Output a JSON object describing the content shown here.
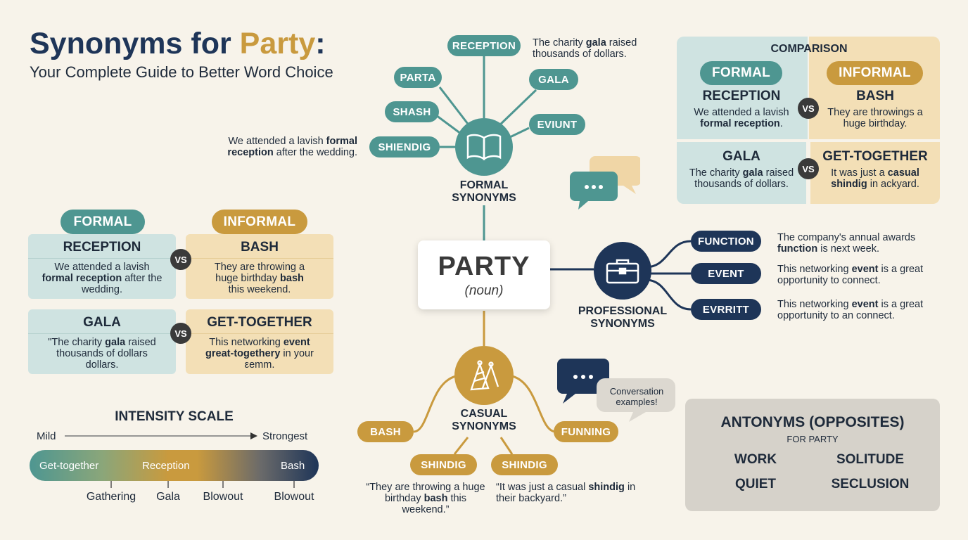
{
  "title": {
    "part1": "Synonyms for ",
    "part2": "Party",
    "part3": ":",
    "subtitle": "Your Complete Guide to Better Word Choice"
  },
  "center": {
    "word": "PARTY",
    "pos": "(noun)"
  },
  "formal": {
    "label_line1": "FORMAL",
    "label_line2": "SYNONYMS",
    "pills": [
      "RECEPTION",
      "PARTA",
      "GALA",
      "SHASH",
      "EVIUNT",
      "SHIENDIG"
    ],
    "gala_example": "The charity gala raised thousands of dollars.",
    "shiendig_example": "We attended a lavish formal reception after the wedding."
  },
  "professional": {
    "label_line1": "PROFESSIONAL",
    "label_line2": "SYNONYMS",
    "pills": [
      "FUNCTION",
      "EVENT",
      "EVRRITT"
    ],
    "examples": [
      "The company's annual awards function is next week.",
      "This networking event is a great opportunity to connect.",
      "This networking event is a great opportunity to an connect."
    ]
  },
  "casual": {
    "label_line1": "CASUAL",
    "label_line2": "SYNONYMS",
    "pills": [
      "BASH",
      "FUNNING",
      "SHINDIG",
      "SHINDIG"
    ],
    "examples": [
      "“They are throwing a huge birthday bash this weekend.”",
      "“It was just a casual shindig in their backyard.”"
    ]
  },
  "conversation": "Conversation examples!",
  "left_compare": {
    "formal_label": "FORMAL",
    "informal_label": "INFORMAL",
    "vs": "VS",
    "cards": [
      {
        "title": "RECEPTION",
        "text": "We attended a lavish formal reception after the wedding."
      },
      {
        "title": "BASH",
        "text": "They are throwing a huge birthday bash this weekend."
      },
      {
        "title": "GALA",
        "text": "\"The charity gala raised thousands of dollars dollars."
      },
      {
        "title": "GET-TOGETHER",
        "text": "This networking event great-togethery in your εemm."
      }
    ]
  },
  "right_compare": {
    "heading": "COMPARISON",
    "formal_label": "FORMAL",
    "informal_label": "INFORMAL",
    "vs": "VS",
    "cards": [
      {
        "title": "RECEPTION",
        "text": "We attended a lavish formal reception."
      },
      {
        "title": "BASH",
        "text": "They are throwings a huge birthday."
      },
      {
        "title": "GALA",
        "text": "The charity gala raised thousands of dollars."
      },
      {
        "title": "GET-TOGETHER",
        "text": "It was just a casual shindig in ackyard."
      }
    ]
  },
  "intensity": {
    "title": "INTENSITY SCALE",
    "mild": "Mild",
    "strongest": "Strongest",
    "bar_labels": [
      "Get-together",
      "Reception",
      "Bash"
    ],
    "ticks": [
      "Gathering",
      "Gala",
      "Blowout",
      "Blowout"
    ]
  },
  "antonyms": {
    "title": "ANTONYMS (OPPOSITES)",
    "subtitle": "FOR PARTY",
    "words": [
      "WORK",
      "SOLITUDE",
      "QUIET",
      "SECLUSION"
    ]
  },
  "colors": {
    "teal": "#4e9691",
    "gold": "#c99a3e",
    "navy": "#1e3558",
    "background": "#f7f3ea"
  }
}
